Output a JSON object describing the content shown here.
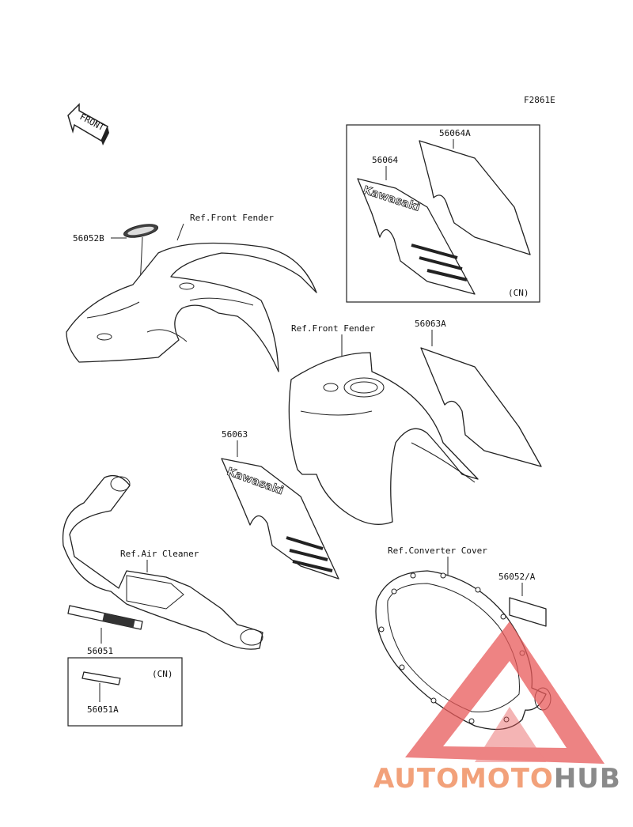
{
  "figure_code": "F2861E",
  "front_arrow": "FRONT",
  "labels": {
    "p56064a": "56064A",
    "p56064": "56064",
    "cn_top": "(CN)",
    "ref_front_fender_1": "Ref.Front Fender",
    "p56052b": "56052B",
    "ref_front_fender_2": "Ref.Front Fender",
    "p56063a": "56063A",
    "p56063": "56063",
    "ref_air_cleaner": "Ref.Air Cleaner",
    "ref_converter_cover": "Ref.Converter Cover",
    "p56052a": "56052/A",
    "p56051": "56051",
    "cn_bottom": "(CN)",
    "p56051a": "56051A"
  },
  "decal_text": {
    "brand_top": "Kawasaki",
    "brand_bottom": "Kawasaki"
  },
  "watermark": {
    "part1": "AUTOMOTO",
    "part2": "HUB",
    "color1": "#f2a17a",
    "color2": "#8a8a8a",
    "triangle_color": "#e85a5a"
  }
}
